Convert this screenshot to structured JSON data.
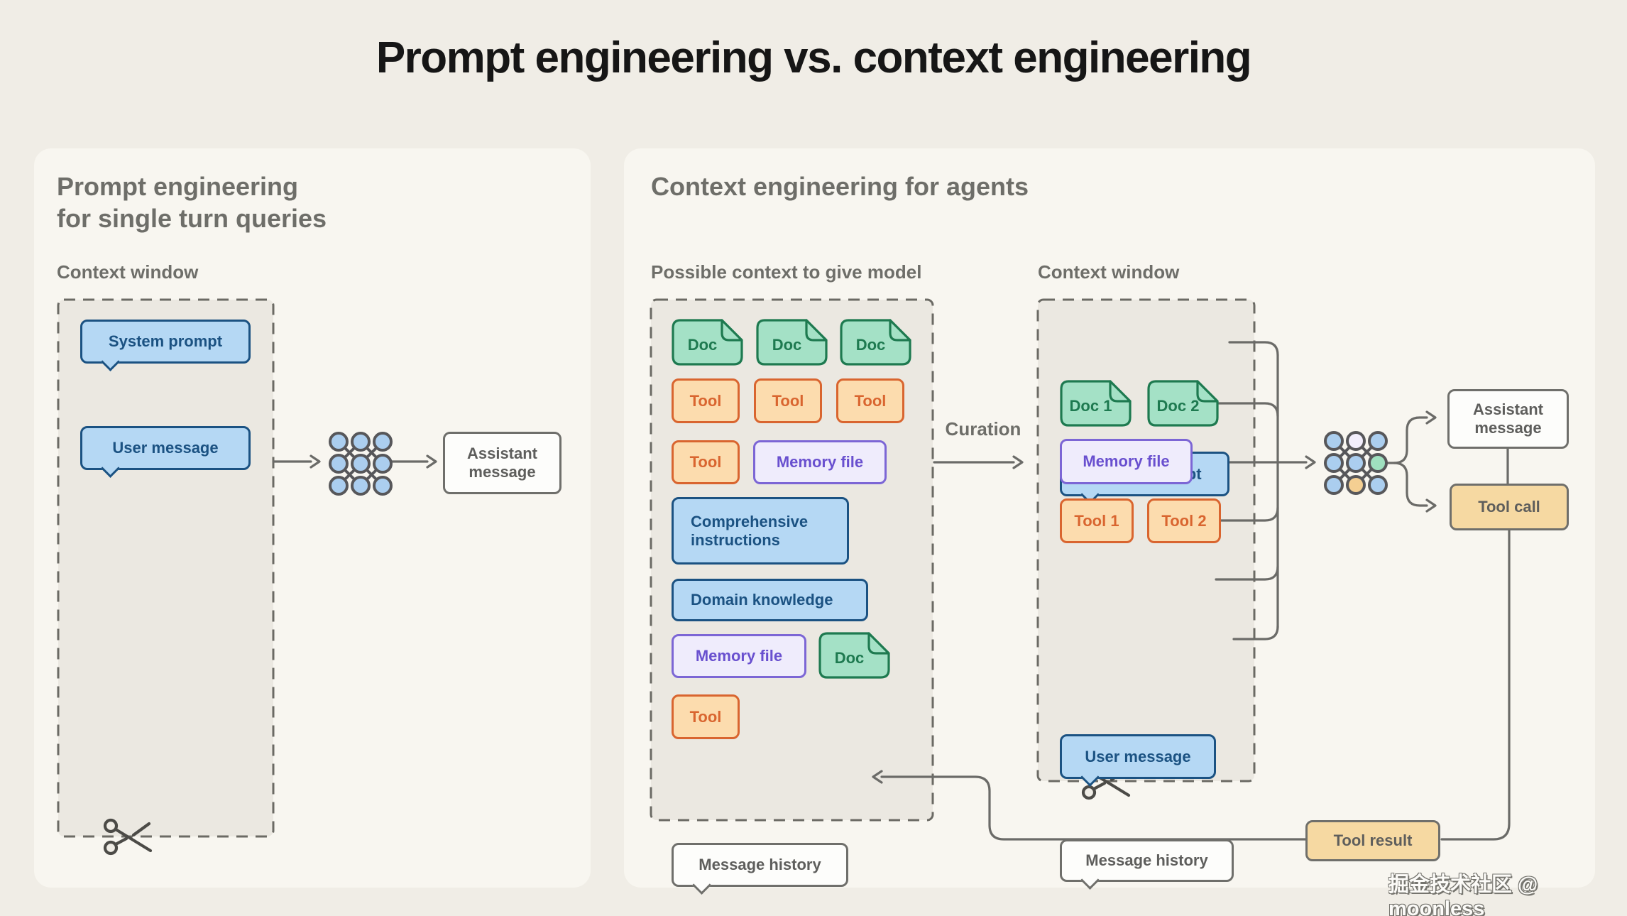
{
  "title": "Prompt engineering vs. context engineering",
  "watermark": "掘金技术社区 @ moonless",
  "left": {
    "heading_line1": "Prompt engineering",
    "heading_line2": "for single turn queries",
    "context_window_label": "Context window",
    "system_prompt": "System prompt",
    "user_message": "User message",
    "assistant_message": "Assistant message"
  },
  "right": {
    "heading": "Context engineering for agents",
    "possible_label": "Possible context to give model",
    "context_window_label": "Context window",
    "curation": "Curation",
    "possible": {
      "docs": [
        "Doc",
        "Doc",
        "Doc"
      ],
      "tools": [
        "Tool",
        "Tool",
        "Tool"
      ],
      "tool_single": "Tool",
      "memory_file": "Memory file",
      "comprehensive": "Comprehensive instructions",
      "domain": "Domain knowledge",
      "memory_file2": "Memory file",
      "doc_single": "Doc",
      "tool_single2": "Tool",
      "message_history": "Message history"
    },
    "window": {
      "system_prompt": "System prompt",
      "doc1": "Doc 1",
      "doc2": "Doc 2",
      "memory_file": "Memory file",
      "tool1": "Tool 1",
      "tool2": "Tool 2",
      "user_message": "User message",
      "message_history": "Message history"
    },
    "outputs": {
      "assistant_message": "Assistant message",
      "tool_call": "Tool call",
      "tool_result": "Tool result"
    }
  },
  "icons": [
    "llm-network-icon",
    "llm-network-icon-multicolor",
    "scissors-icon",
    "doc-icon",
    "arrow-icon"
  ],
  "colors": {
    "page_bg": "#f0ede6",
    "card_bg": "#f8f6f0",
    "dashed_fill": "#ebe8e1",
    "dashed_stroke": "#6b6a64",
    "connector": "#6b6b68",
    "title_text": "#161616",
    "heading_text": "#6e6e69",
    "blue_fill": "#b5d8f4",
    "blue_border": "#1b5282",
    "green_fill": "#a4e1c6",
    "green_border": "#1e7a50",
    "orange_fill": "#fcdcae",
    "orange_border": "#d9652f",
    "purple_fill": "#efecfc",
    "purple_border": "#7c66d5",
    "purple_text": "#6950cf",
    "white_fill": "#fdfdfb",
    "gray_border": "#6f6f6b",
    "gray_text": "#5e5e5c",
    "tan_fill": "#f6d9a2",
    "node_blue": "#abceef",
    "node_green": "#9fe0bf",
    "node_orange": "#f4cf92",
    "node_white": "#f2eefc"
  }
}
